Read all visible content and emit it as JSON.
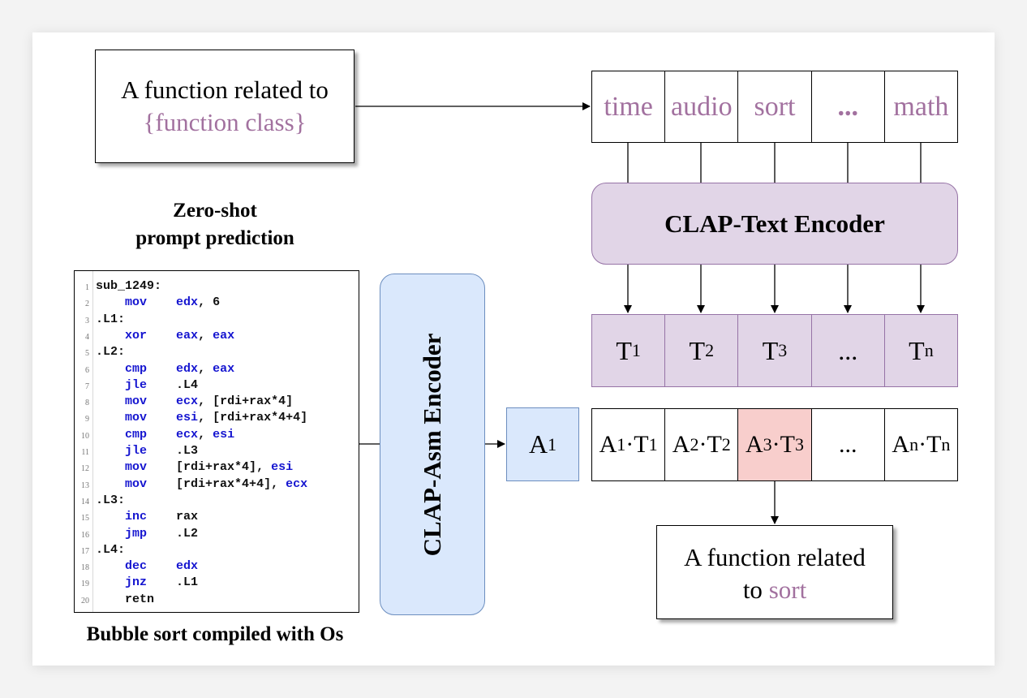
{
  "prompt_template": {
    "line1": "A function related to",
    "line2": "{function class}"
  },
  "function_classes": [
    "time",
    "audio",
    "sort",
    "...",
    "math"
  ],
  "text_encoder": "CLAP-Text Encoder",
  "text_embeddings": [
    {
      "base": "T",
      "sub": "1"
    },
    {
      "base": "T",
      "sub": "2"
    },
    {
      "base": "T",
      "sub": "3"
    },
    {
      "base": "...",
      "sub": ""
    },
    {
      "base": "T",
      "sub": "n"
    }
  ],
  "similarity_scores": [
    {
      "a": "A",
      "asub": "1",
      "dot": "·",
      "t": "T",
      "tsub": "1",
      "highlight": false
    },
    {
      "a": "A",
      "asub": "2",
      "dot": "·",
      "t": "T",
      "tsub": "2",
      "highlight": true
    },
    {
      "a": "A",
      "asub": "3",
      "dot": "·",
      "t": "T",
      "tsub": "3",
      "highlight": true
    },
    {
      "a": "...",
      "asub": "",
      "dot": "",
      "t": "",
      "tsub": "",
      "highlight": false
    },
    {
      "a": "A",
      "asub": "n",
      "dot": "·",
      "t": "T",
      "tsub": "n",
      "highlight": false
    }
  ],
  "zero_shot_label": {
    "line1": "Zero-shot",
    "line2": "prompt prediction"
  },
  "asm_encoder": "CLAP-Asm Encoder",
  "asm_embedding": {
    "base": "A",
    "sub": "1"
  },
  "result": {
    "line1": "A function related",
    "line2_prefix": "to ",
    "line2_class": "sort"
  },
  "code_caption": "Bubble sort compiled with Os",
  "code_lines": [
    {
      "n": "1",
      "parts": [
        {
          "t": "sub_1249:",
          "c": "plain"
        }
      ]
    },
    {
      "n": "2",
      "parts": [
        {
          "t": "    ",
          "c": "plain"
        },
        {
          "t": "mov",
          "c": "kw"
        },
        {
          "t": "    ",
          "c": "plain"
        },
        {
          "t": "edx",
          "c": "kw"
        },
        {
          "t": ", 6",
          "c": "plain"
        }
      ]
    },
    {
      "n": "3",
      "parts": [
        {
          "t": ".L1:",
          "c": "plain"
        }
      ]
    },
    {
      "n": "4",
      "parts": [
        {
          "t": "    ",
          "c": "plain"
        },
        {
          "t": "xor",
          "c": "kw"
        },
        {
          "t": "    ",
          "c": "plain"
        },
        {
          "t": "eax",
          "c": "kw"
        },
        {
          "t": ", ",
          "c": "plain"
        },
        {
          "t": "eax",
          "c": "kw"
        }
      ]
    },
    {
      "n": "5",
      "parts": [
        {
          "t": ".L2:",
          "c": "plain"
        }
      ]
    },
    {
      "n": "6",
      "parts": [
        {
          "t": "    ",
          "c": "plain"
        },
        {
          "t": "cmp",
          "c": "kw"
        },
        {
          "t": "    ",
          "c": "plain"
        },
        {
          "t": "edx",
          "c": "kw"
        },
        {
          "t": ", ",
          "c": "plain"
        },
        {
          "t": "eax",
          "c": "kw"
        }
      ]
    },
    {
      "n": "7",
      "parts": [
        {
          "t": "    ",
          "c": "plain"
        },
        {
          "t": "jle",
          "c": "kw"
        },
        {
          "t": "    ",
          "c": "plain"
        },
        {
          "t": ".L4",
          "c": "plain"
        }
      ]
    },
    {
      "n": "8",
      "parts": [
        {
          "t": "    ",
          "c": "plain"
        },
        {
          "t": "mov",
          "c": "kw"
        },
        {
          "t": "    ",
          "c": "plain"
        },
        {
          "t": "ecx",
          "c": "kw"
        },
        {
          "t": ", [rdi+rax*4]",
          "c": "plain"
        }
      ]
    },
    {
      "n": "9",
      "parts": [
        {
          "t": "    ",
          "c": "plain"
        },
        {
          "t": "mov",
          "c": "kw"
        },
        {
          "t": "    ",
          "c": "plain"
        },
        {
          "t": "esi",
          "c": "kw"
        },
        {
          "t": ", [rdi+rax*4+4]",
          "c": "plain"
        }
      ]
    },
    {
      "n": "10",
      "parts": [
        {
          "t": "    ",
          "c": "plain"
        },
        {
          "t": "cmp",
          "c": "kw"
        },
        {
          "t": "    ",
          "c": "plain"
        },
        {
          "t": "ecx",
          "c": "kw"
        },
        {
          "t": ", ",
          "c": "plain"
        },
        {
          "t": "esi",
          "c": "kw"
        }
      ]
    },
    {
      "n": "11",
      "parts": [
        {
          "t": "    ",
          "c": "plain"
        },
        {
          "t": "jle",
          "c": "kw"
        },
        {
          "t": "    ",
          "c": "plain"
        },
        {
          "t": ".L3",
          "c": "plain"
        }
      ]
    },
    {
      "n": "12",
      "parts": [
        {
          "t": "    ",
          "c": "plain"
        },
        {
          "t": "mov",
          "c": "kw"
        },
        {
          "t": "    ",
          "c": "plain"
        },
        {
          "t": "[rdi+rax*4], ",
          "c": "plain"
        },
        {
          "t": "esi",
          "c": "kw"
        }
      ]
    },
    {
      "n": "13",
      "parts": [
        {
          "t": "    ",
          "c": "plain"
        },
        {
          "t": "mov",
          "c": "kw"
        },
        {
          "t": "    ",
          "c": "plain"
        },
        {
          "t": "[rdi+rax*4+4], ",
          "c": "plain"
        },
        {
          "t": "ecx",
          "c": "kw"
        }
      ]
    },
    {
      "n": "14",
      "parts": [
        {
          "t": ".L3:",
          "c": "plain"
        }
      ]
    },
    {
      "n": "15",
      "parts": [
        {
          "t": "    ",
          "c": "plain"
        },
        {
          "t": "inc",
          "c": "kw"
        },
        {
          "t": "    ",
          "c": "plain"
        },
        {
          "t": "rax",
          "c": "plain"
        }
      ]
    },
    {
      "n": "16",
      "parts": [
        {
          "t": "    ",
          "c": "plain"
        },
        {
          "t": "jmp",
          "c": "kw"
        },
        {
          "t": "    ",
          "c": "plain"
        },
        {
          "t": ".L2",
          "c": "plain"
        }
      ]
    },
    {
      "n": "17",
      "parts": [
        {
          "t": ".L4:",
          "c": "plain"
        }
      ]
    },
    {
      "n": "18",
      "parts": [
        {
          "t": "    ",
          "c": "plain"
        },
        {
          "t": "dec",
          "c": "kw"
        },
        {
          "t": "    ",
          "c": "plain"
        },
        {
          "t": "edx",
          "c": "kw"
        }
      ]
    },
    {
      "n": "19",
      "parts": [
        {
          "t": "    ",
          "c": "plain"
        },
        {
          "t": "jnz",
          "c": "kw"
        },
        {
          "t": "    ",
          "c": "plain"
        },
        {
          "t": ".L1",
          "c": "plain"
        }
      ]
    },
    {
      "n": "20",
      "parts": [
        {
          "t": "    ",
          "c": "plain"
        },
        {
          "t": "retn",
          "c": "plain"
        }
      ]
    }
  ],
  "colors": {
    "purple_text": "#a2719f",
    "text_encoder_fill": "#e1d5e7",
    "asm_encoder_fill": "#dae8fc",
    "highlight_fill": "#f8cecc",
    "keyword_blue": "#1515d0"
  }
}
